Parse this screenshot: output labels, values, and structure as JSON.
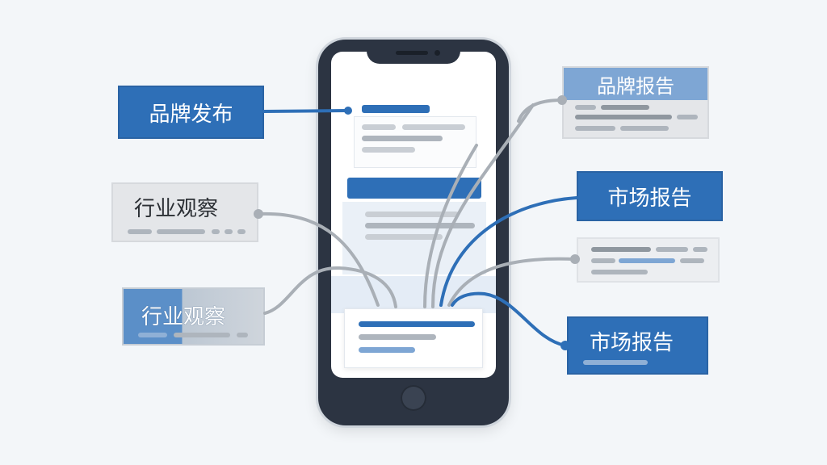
{
  "labels": {
    "left_1": "品牌发布",
    "left_2": "行业观察",
    "left_3": "行业观察",
    "right_1": "品牌报告",
    "right_2": "市场报告",
    "right_3": "市场报告"
  },
  "colors": {
    "brand_blue": "#2e6fb7",
    "light_blue": "#7ea6d4",
    "gray_box": "#e4e6e9",
    "gray_line": "#a9afb6",
    "phone_body": "#2c3442",
    "background": "#f3f6f9"
  },
  "icons": {
    "phone": "smartphone-icon",
    "home_button": "home-button-icon"
  }
}
